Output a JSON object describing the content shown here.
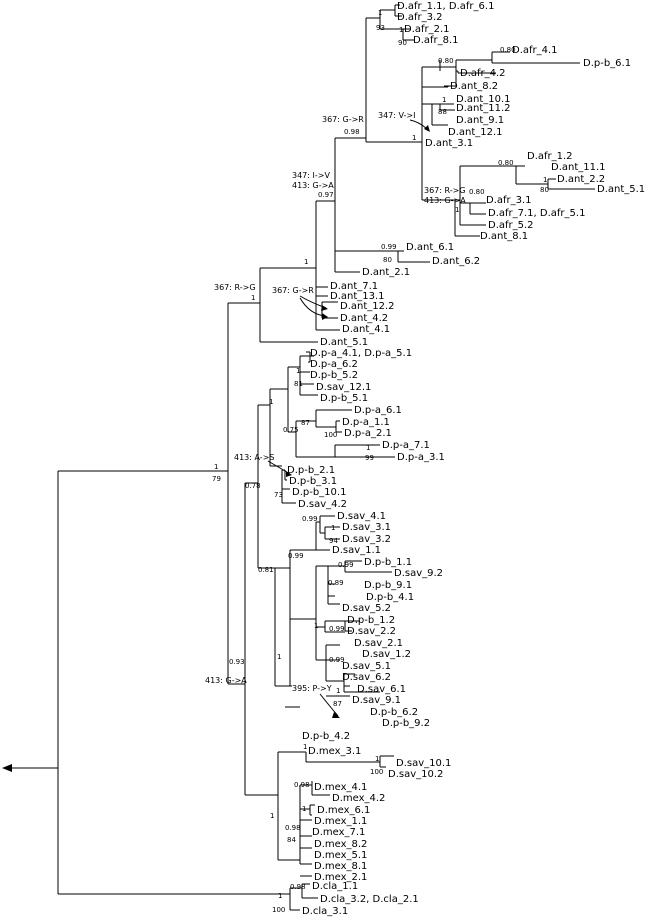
{
  "tips": [
    "D.afr_1.1, D.afr_6.1",
    "D.afr_3.2",
    "D.afr_2.1",
    "D.afr_8.1",
    "D.afr_4.1",
    "D.p-b_6.1",
    "D.afr_4.2",
    "D.ant_8.2",
    "D.ant_10.1",
    "D.ant_11.2",
    "D.ant_9.1",
    "D.ant_12.1",
    "D.ant_3.1",
    "D.afr_1.2",
    "D.ant_11.1",
    "D.ant_2.2",
    "D.ant_5.1",
    "D.afr_3.1",
    "D.afr_7.1, D.afr_5.1",
    "D.afr_5.2",
    "D.ant_8.1",
    "D.ant_6.1",
    "D.ant_6.2",
    "D.ant_2.1",
    "D.ant_7.1",
    "D.ant_13.1",
    "D.ant_12.2",
    "D.ant_4.2",
    "D.ant_4.1",
    "D.ant_5.1",
    "D.p-a_4.1, D.p-a_5.1",
    "D.p-a_6.2",
    "D.p-b_5.2",
    "D.sav_12.1",
    "D.p-b_5.1",
    "D.p-a_6.1",
    "D.p-a_1.1",
    "D.p-a_2.1",
    "D.p-a_7.1",
    "D.p-a_3.1",
    "D.p-b_2.1",
    "D.p-b_3.1",
    "D.p-b_10.1",
    "D.sav_4.2",
    "D.sav_4.1",
    "D.sav_3.1",
    "D.sav_3.2",
    "D.sav_1.1",
    "D.p-b_1.1",
    "D.sav_9.2",
    "D.p-b_9.1",
    "D.p-b_4.1",
    "D.sav_5.2",
    "D.p-b_1.2",
    "D.sav_2.2",
    "D.sav_2.1",
    "D.sav_1.2",
    "D.sav_5.1",
    "D.sav_6.2",
    "D.sav_6.1",
    "D.sav_9.1",
    "D.p-b_6.2",
    "D.p-b_9.2",
    "D.p-b_4.2",
    "D.mex_3.1",
    "D.sav_10.1",
    "D.sav_10.2",
    "D.mex_4.1",
    "D.mex_4.2",
    "D.mex_6.1",
    "D.mex_1.1",
    "D.mex_7.1",
    "D.mex_8.2",
    "D.mex_5.1",
    "D.mex_8.1",
    "D.mex_2.1",
    "D.cla_1.1",
    "D.cla_3.2, D.cla_2.1",
    "D.cla_3.1"
  ],
  "support": [
    "1",
    "93",
    "1",
    "90",
    "0.80",
    "0.80",
    "1",
    "88",
    "1",
    "0.98",
    "0.80",
    "1",
    "80",
    "0.80",
    "1",
    "0.97",
    "0.99",
    "80",
    "1",
    "1",
    "1",
    "79",
    "1",
    "1",
    "81",
    "87",
    "100",
    "0.75",
    "1",
    "99",
    "0.78",
    "73",
    "0.81",
    "0.93",
    "0.99",
    "1",
    "94",
    "0.99",
    "0.89",
    "0.99",
    "1",
    "0.99",
    "1",
    "87",
    "0.99",
    "1",
    "1",
    "1",
    "100",
    "0.98",
    "1",
    "1",
    "0.98",
    "84",
    "1",
    "0.98",
    "100"
  ],
  "mutations": [
    "367: G->R",
    "347: V->I",
    "347: I->V",
    "413: G->A",
    "367: R->G",
    "413: G->A",
    "367: R->G",
    "367: G->R",
    "413: A->S",
    "413: G->A",
    "395: P->Y"
  ]
}
